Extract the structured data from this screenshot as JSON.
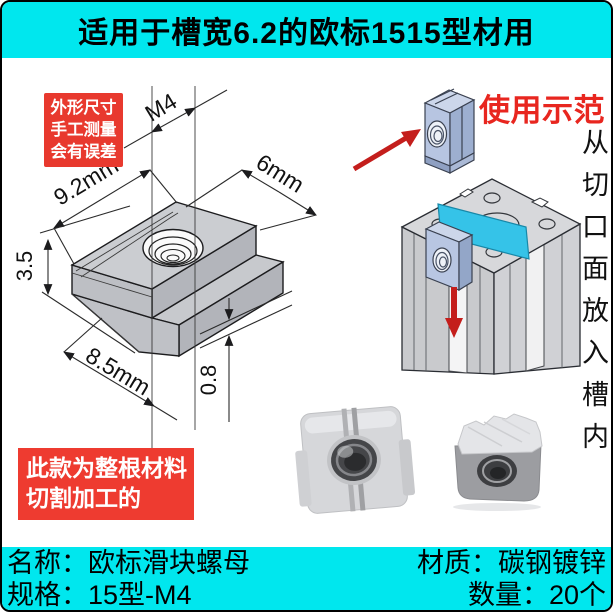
{
  "banner_top": {
    "text": "适用于槽宽6.2的欧标1515型材用"
  },
  "technical_drawing": {
    "dimension_labels": {
      "thread": "M4",
      "top_width": "9.2mm",
      "depth": "6mm",
      "height": "3.5",
      "base_width": "8.5mm",
      "flange_thickness": "0.8"
    }
  },
  "warning_box": {
    "lines": [
      "外形尺寸",
      "手工测量",
      "会有误差"
    ]
  },
  "usage_demo": {
    "title": "使用示范",
    "side_note": "从切口面放入槽内"
  },
  "material_box": {
    "lines": [
      "此款为整根材料",
      "切割加工的"
    ]
  },
  "banner_bottom": {
    "name": "名称：欧标滑块螺母",
    "material": "材质：碳钢镀锌",
    "spec": "规格：15型-M4",
    "quantity": "数量：20个"
  },
  "colors": {
    "banner_bg": "#00e7ee",
    "label_red": "#e8392e",
    "arrow_red": "#c41e1c",
    "highlight_cyan": "#35c3e8",
    "steel_blue": "#b7c5e1",
    "text_black": "#000000"
  }
}
